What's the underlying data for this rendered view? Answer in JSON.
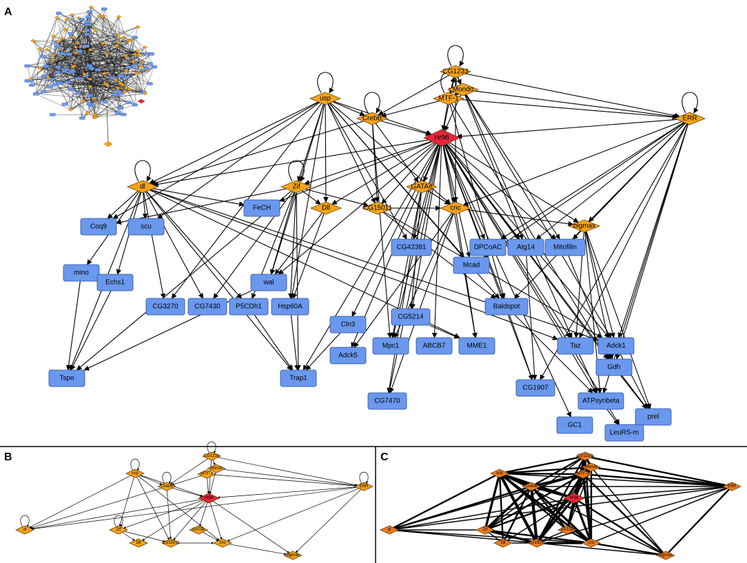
{
  "panels": {
    "A": "A",
    "B": "B",
    "C": "C"
  },
  "colors": {
    "tf": "#F5A31A",
    "hub": "#E8243C",
    "gene": "#6A98EE",
    "edge_green": "#22A12B",
    "tf_c": "#EE7B1E"
  },
  "panel_a": {
    "tf_nodes": [
      {
        "id": "usp",
        "label": "usp"
      },
      {
        "id": "CG1233",
        "label": "CG1233"
      },
      {
        "id": "Mondo",
        "label": "Mondo"
      },
      {
        "id": "MTF-1",
        "label": "MTF-1"
      },
      {
        "id": "CrebB",
        "label": "CrebB"
      },
      {
        "id": "Hr96",
        "label": "Hr96",
        "hub": true
      },
      {
        "id": "ERR",
        "label": "ERR"
      },
      {
        "id": "dl",
        "label": "dl"
      },
      {
        "id": "Zif",
        "label": "Zif"
      },
      {
        "id": "GATAe",
        "label": "GATAe"
      },
      {
        "id": "Dll",
        "label": "Dll"
      },
      {
        "id": "CG15011",
        "label": "CG15011"
      },
      {
        "id": "cnc",
        "label": "cnc"
      },
      {
        "id": "bigmax",
        "label": "bigmax"
      }
    ],
    "gene_nodes": [
      {
        "id": "FeCH",
        "label": "FeCH"
      },
      {
        "id": "Coq9",
        "label": "Coq9"
      },
      {
        "id": "scu",
        "label": "scu"
      },
      {
        "id": "mino",
        "label": "mino"
      },
      {
        "id": "Echs1",
        "label": "Echs1"
      },
      {
        "id": "wal",
        "label": "wal"
      },
      {
        "id": "CG3270",
        "label": "CG3270"
      },
      {
        "id": "CG7430",
        "label": "CG7430"
      },
      {
        "id": "P5CDh1",
        "label": "P5CDh1"
      },
      {
        "id": "Hsp60A",
        "label": "Hsp60A"
      },
      {
        "id": "CG42381",
        "label": "CG42381"
      },
      {
        "id": "DPCoAC",
        "label": "DPCoAC"
      },
      {
        "id": "Atg14",
        "label": "Atg14"
      },
      {
        "id": "Mitofilin",
        "label": "Mitofilin"
      },
      {
        "id": "Mcad",
        "label": "Mcad"
      },
      {
        "id": "Baldspot",
        "label": "Baldspot"
      },
      {
        "id": "Cln3",
        "label": "Cln3"
      },
      {
        "id": "CG5214",
        "label": "CG5214"
      },
      {
        "id": "Mpc1",
        "label": "Mpc1"
      },
      {
        "id": "ABCB7",
        "label": "ABCB7"
      },
      {
        "id": "MME1",
        "label": "MME1"
      },
      {
        "id": "Adck5",
        "label": "Adck5"
      },
      {
        "id": "Taz",
        "label": "Taz"
      },
      {
        "id": "Adck1",
        "label": "Adck1"
      },
      {
        "id": "Gdh",
        "label": "Gdh"
      },
      {
        "id": "Tspo",
        "label": "Tspo"
      },
      {
        "id": "Trap1",
        "label": "Trap1"
      },
      {
        "id": "CG7470",
        "label": "CG7470"
      },
      {
        "id": "CG1907",
        "label": "CG1907"
      },
      {
        "id": "ATPsynbeta",
        "label": "ATPsynbeta"
      },
      {
        "id": "GC1",
        "label": "GC1"
      },
      {
        "id": "prel",
        "label": "prel"
      },
      {
        "id": "LeuRS-m",
        "label": "LeuRS-m"
      }
    ]
  },
  "panel_b": {
    "tf_nodes": [
      {
        "id": "usp",
        "label": "usp"
      },
      {
        "id": "CG1233",
        "label": "CG1233"
      },
      {
        "id": "Mondo",
        "label": "Mondo"
      },
      {
        "id": "MTF-1",
        "label": "MTF-1"
      },
      {
        "id": "CrebB",
        "label": "CrebB"
      },
      {
        "id": "Hr96",
        "label": "Hr96",
        "hub": true
      },
      {
        "id": "ERR",
        "label": "ERR"
      },
      {
        "id": "dl",
        "label": "dl"
      },
      {
        "id": "Zif",
        "label": "Zif"
      },
      {
        "id": "GATAe",
        "label": "GATAe"
      },
      {
        "id": "Dll",
        "label": "Dll"
      },
      {
        "id": "CG15011",
        "label": "CG15011"
      },
      {
        "id": "cnc",
        "label": "cnc"
      },
      {
        "id": "bigmax",
        "label": "bigmax"
      }
    ]
  },
  "panel_c": {
    "tf_nodes": [
      {
        "id": "usp",
        "label": "usp"
      },
      {
        "id": "CG1233",
        "label": "CG1233"
      },
      {
        "id": "Mondo",
        "label": "Mondo"
      },
      {
        "id": "MTF-1",
        "label": "MTF-1"
      },
      {
        "id": "CrebB",
        "label": "CrebB"
      },
      {
        "id": "Hr96",
        "label": "Hr96",
        "hub": true
      },
      {
        "id": "ERR",
        "label": "ERR"
      },
      {
        "id": "dl",
        "label": "dl"
      },
      {
        "id": "Zif",
        "label": "Zif"
      },
      {
        "id": "GATAe",
        "label": "GATAe"
      },
      {
        "id": "Dll",
        "label": "Dll"
      },
      {
        "id": "CG15011",
        "label": "CG15011"
      },
      {
        "id": "cnc",
        "label": "cnc"
      },
      {
        "id": "bigmax",
        "label": "bigmax"
      }
    ]
  },
  "edges_a": [
    [
      "usp",
      "usp"
    ],
    [
      "CG1233",
      "CG1233"
    ],
    [
      "ERR",
      "ERR"
    ],
    [
      "dl",
      "dl"
    ],
    [
      "Zif",
      "Zif"
    ],
    [
      "CrebB",
      "CrebB"
    ],
    [
      "MTF-1",
      "MTF-1"
    ],
    [
      "usp",
      "CrebB"
    ],
    [
      "usp",
      "Hr96"
    ],
    [
      "usp",
      "dl"
    ],
    [
      "usp",
      "Zif"
    ],
    [
      "usp",
      "Dll"
    ],
    [
      "usp",
      "CG15011"
    ],
    [
      "usp",
      "cnc"
    ],
    [
      "usp",
      "Coq9"
    ],
    [
      "usp",
      "scu"
    ],
    [
      "usp",
      "wal"
    ],
    [
      "usp",
      "Hsp60A"
    ],
    [
      "usp",
      "CG42381"
    ],
    [
      "usp",
      "Mcad"
    ],
    [
      "usp",
      "Baldspot"
    ],
    [
      "usp",
      "CG3270"
    ],
    [
      "CG1233",
      "Hr96"
    ],
    [
      "CG1233",
      "ERR"
    ],
    [
      "CG1233",
      "CrebB"
    ],
    [
      "CG1233",
      "Mondo"
    ],
    [
      "CG1233",
      "cnc"
    ],
    [
      "CG1233",
      "Atg14"
    ],
    [
      "CG1233",
      "Taz"
    ],
    [
      "CG1233",
      "MTF-1"
    ],
    [
      "Mondo",
      "ERR"
    ],
    [
      "Mondo",
      "Hr96"
    ],
    [
      "Mondo",
      "Mitofilin"
    ],
    [
      "Mondo",
      "Adck1"
    ],
    [
      "Mondo",
      "MTF-1"
    ],
    [
      "MTF-1",
      "CrebB"
    ],
    [
      "MTF-1",
      "Hr96"
    ],
    [
      "MTF-1",
      "ERR"
    ],
    [
      "MTF-1",
      "Baldspot"
    ],
    [
      "MTF-1",
      "Gdh"
    ],
    [
      "MTF-1",
      "CG1233"
    ],
    [
      "CrebB",
      "Hr96"
    ],
    [
      "CrebB",
      "dl"
    ],
    [
      "CrebB",
      "CG15011"
    ],
    [
      "CrebB",
      "GATAe"
    ],
    [
      "CrebB",
      "Mpc1"
    ],
    [
      "ERR",
      "Hr96"
    ],
    [
      "ERR",
      "bigmax"
    ],
    [
      "ERR",
      "DPCoAC"
    ],
    [
      "ERR",
      "Atg14"
    ],
    [
      "ERR",
      "Mitofilin"
    ],
    [
      "ERR",
      "Adck1"
    ],
    [
      "ERR",
      "Taz"
    ],
    [
      "ERR",
      "Baldspot"
    ],
    [
      "ERR",
      "Mcad"
    ],
    [
      "ERR",
      "CG1907"
    ],
    [
      "ERR",
      "Gdh"
    ],
    [
      "ERR",
      "ATPsynbeta"
    ],
    [
      "ERR",
      "cnc"
    ],
    [
      "Hr96",
      "dl"
    ],
    [
      "Hr96",
      "Zif"
    ],
    [
      "Hr96",
      "Dll"
    ],
    [
      "Hr96",
      "GATAe"
    ],
    [
      "Hr96",
      "CG15011"
    ],
    [
      "Hr96",
      "cnc"
    ],
    [
      "Hr96",
      "bigmax"
    ],
    [
      "Hr96",
      "FeCH"
    ],
    [
      "Hr96",
      "CG42381"
    ],
    [
      "Hr96",
      "DPCoAC"
    ],
    [
      "Hr96",
      "Atg14"
    ],
    [
      "Hr96",
      "Mitofilin"
    ],
    [
      "Hr96",
      "Mcad"
    ],
    [
      "Hr96",
      "Baldspot"
    ],
    [
      "Hr96",
      "Cln3"
    ],
    [
      "Hr96",
      "CG5214"
    ],
    [
      "Hr96",
      "Mpc1"
    ],
    [
      "Hr96",
      "ABCB7"
    ],
    [
      "Hr96",
      "MME1"
    ],
    [
      "Hr96",
      "Adck5"
    ],
    [
      "Hr96",
      "Taz"
    ],
    [
      "Hr96",
      "Adck1"
    ],
    [
      "Hr96",
      "Gdh"
    ],
    [
      "Hr96",
      "CG7470"
    ],
    [
      "Hr96",
      "ATPsynbeta"
    ],
    [
      "Hr96",
      "prel"
    ],
    [
      "Hr96",
      "LeuRS-m"
    ],
    [
      "Hr96",
      "GC1"
    ],
    [
      "Hr96",
      "CG1907"
    ],
    [
      "Hr96",
      "wal"
    ],
    [
      "Hr96",
      "Trap1"
    ],
    [
      "dl",
      "Coq9"
    ],
    [
      "dl",
      "scu"
    ],
    [
      "dl",
      "mino"
    ],
    [
      "dl",
      "Echs1"
    ],
    [
      "dl",
      "CG3270"
    ],
    [
      "dl",
      "CG7430"
    ],
    [
      "dl",
      "P5CDh1"
    ],
    [
      "dl",
      "Tspo"
    ],
    [
      "dl",
      "FeCH"
    ],
    [
      "dl",
      "Trap1"
    ],
    [
      "dl",
      "MME1"
    ],
    [
      "dl",
      "Taz"
    ],
    [
      "dl",
      "Adck1"
    ],
    [
      "Zif",
      "Dll"
    ],
    [
      "Zif",
      "wal"
    ],
    [
      "Zif",
      "Hsp60A"
    ],
    [
      "Zif",
      "CG7430"
    ],
    [
      "Zif",
      "P5CDh1"
    ],
    [
      "Zif",
      "Tspo"
    ],
    [
      "Zif",
      "Trap1"
    ],
    [
      "Zif",
      "Coq9"
    ],
    [
      "Zif",
      "CG15011"
    ],
    [
      "GATAe",
      "cnc"
    ],
    [
      "GATAe",
      "CG5214"
    ],
    [
      "GATAe",
      "Mpc1"
    ],
    [
      "GATAe",
      "CG7470"
    ],
    [
      "CG15011",
      "cnc"
    ],
    [
      "CG15011",
      "Baldspot"
    ],
    [
      "CG15011",
      "Adck1"
    ],
    [
      "cnc",
      "bigmax"
    ],
    [
      "cnc",
      "Mpc1"
    ],
    [
      "cnc",
      "CG7470"
    ],
    [
      "cnc",
      "Adck5"
    ],
    [
      "cnc",
      "MME1"
    ],
    [
      "bigmax",
      "Taz"
    ],
    [
      "bigmax",
      "Adck1"
    ],
    [
      "bigmax",
      "Gdh"
    ],
    [
      "bigmax",
      "ATPsynbeta"
    ],
    [
      "bigmax",
      "prel"
    ],
    [
      "Dll",
      "wal"
    ],
    [
      "Dll",
      "Hsp60A"
    ],
    [
      "P5CDh1",
      "Trap1"
    ],
    [
      "Hsp60A",
      "Trap1"
    ],
    [
      "Echs1",
      "Tspo"
    ],
    [
      "mino",
      "Tspo"
    ],
    [
      "Cln3",
      "Trap1"
    ],
    [
      "wal",
      "Tspo"
    ],
    [
      "Baldspot",
      "ATPsynbeta"
    ],
    [
      "Baldspot",
      "CG1907"
    ],
    [
      "Taz",
      "ATPsynbeta"
    ],
    [
      "Gdh",
      "prel"
    ],
    [
      "Adck1",
      "prel"
    ],
    [
      "ATPsynbeta",
      "LeuRS-m"
    ],
    [
      "Mitofilin",
      "Gdh"
    ],
    [
      "Atg14",
      "CG1907"
    ],
    [
      "CG5214",
      "MME1"
    ]
  ],
  "edges_tf": [
    [
      "usp",
      "usp"
    ],
    [
      "CG1233",
      "CG1233"
    ],
    [
      "ERR",
      "ERR"
    ],
    [
      "dl",
      "dl"
    ],
    [
      "Zif",
      "Zif"
    ],
    [
      "CrebB",
      "CrebB"
    ],
    [
      "usp",
      "CrebB"
    ],
    [
      "usp",
      "Hr96"
    ],
    [
      "usp",
      "Zif"
    ],
    [
      "usp",
      "CG15011"
    ],
    [
      "usp",
      "cnc"
    ],
    [
      "usp",
      "dl"
    ],
    [
      "CG1233",
      "Hr96"
    ],
    [
      "CG1233",
      "ERR"
    ],
    [
      "CG1233",
      "Mondo"
    ],
    [
      "CG1233",
      "CrebB"
    ],
    [
      "Mondo",
      "ERR"
    ],
    [
      "Mondo",
      "Hr96"
    ],
    [
      "MTF-1",
      "CrebB"
    ],
    [
      "MTF-1",
      "Hr96"
    ],
    [
      "MTF-1",
      "ERR"
    ],
    [
      "CrebB",
      "Hr96"
    ],
    [
      "CrebB",
      "dl"
    ],
    [
      "CrebB",
      "CG15011"
    ],
    [
      "ERR",
      "Hr96"
    ],
    [
      "ERR",
      "bigmax"
    ],
    [
      "ERR",
      "cnc"
    ],
    [
      "ERR",
      "dl"
    ],
    [
      "Hr96",
      "dl"
    ],
    [
      "Hr96",
      "Zif"
    ],
    [
      "Hr96",
      "Dll"
    ],
    [
      "Hr96",
      "GATAe"
    ],
    [
      "Hr96",
      "CG15011"
    ],
    [
      "Hr96",
      "cnc"
    ],
    [
      "Hr96",
      "bigmax"
    ],
    [
      "Zif",
      "Dll"
    ],
    [
      "Zif",
      "CG15011"
    ],
    [
      "GATAe",
      "cnc"
    ],
    [
      "CG15011",
      "cnc"
    ],
    [
      "cnc",
      "bigmax"
    ]
  ],
  "edges_c": [
    [
      "usp",
      "CrebB",
      4
    ],
    [
      "usp",
      "Hr96",
      3
    ],
    [
      "usp",
      "Zif",
      3
    ],
    [
      "usp",
      "CG15011",
      4
    ],
    [
      "usp",
      "cnc",
      3
    ],
    [
      "usp",
      "dl",
      2
    ],
    [
      "usp",
      "GATAe",
      2
    ],
    [
      "usp",
      "Dll",
      2
    ],
    [
      "usp",
      "bigmax",
      1
    ],
    [
      "usp",
      "ERR",
      1
    ],
    [
      "usp",
      "MTF-1",
      2
    ],
    [
      "usp",
      "CG1233",
      2
    ],
    [
      "usp",
      "Mondo",
      2
    ],
    [
      "CG1233",
      "Hr96",
      3
    ],
    [
      "CG1233",
      "ERR",
      2
    ],
    [
      "CG1233",
      "Mondo",
      3
    ],
    [
      "CG1233",
      "CrebB",
      2
    ],
    [
      "CG1233",
      "MTF-1",
      3
    ],
    [
      "CG1233",
      "cnc",
      2
    ],
    [
      "CG1233",
      "CG15011",
      2
    ],
    [
      "CG1233",
      "GATAe",
      2
    ],
    [
      "CG1233",
      "Zif",
      1
    ],
    [
      "Mondo",
      "ERR",
      2
    ],
    [
      "Mondo",
      "Hr96",
      2
    ],
    [
      "Mondo",
      "MTF-1",
      3
    ],
    [
      "Mondo",
      "cnc",
      2
    ],
    [
      "Mondo",
      "GATAe",
      1
    ],
    [
      "Mondo",
      "CG15011",
      1
    ],
    [
      "Mondo",
      "bigmax",
      1
    ],
    [
      "MTF-1",
      "CrebB",
      3
    ],
    [
      "MTF-1",
      "Hr96",
      3
    ],
    [
      "MTF-1",
      "ERR",
      2
    ],
    [
      "MTF-1",
      "cnc",
      3
    ],
    [
      "MTF-1",
      "CG15011",
      3
    ],
    [
      "MTF-1",
      "GATAe",
      2
    ],
    [
      "MTF-1",
      "Zif",
      2
    ],
    [
      "MTF-1",
      "bigmax",
      2
    ],
    [
      "MTF-1",
      "dl",
      1
    ],
    [
      "CrebB",
      "Hr96",
      3
    ],
    [
      "CrebB",
      "dl",
      2
    ],
    [
      "CrebB",
      "CG15011",
      4
    ],
    [
      "CrebB",
      "Zif",
      3
    ],
    [
      "CrebB",
      "cnc",
      3
    ],
    [
      "CrebB",
      "GATAe",
      2
    ],
    [
      "CrebB",
      "Dll",
      2
    ],
    [
      "CrebB",
      "ERR",
      1
    ],
    [
      "ERR",
      "Hr96",
      1
    ],
    [
      "ERR",
      "bigmax",
      2
    ],
    [
      "ERR",
      "cnc",
      1
    ],
    [
      "ERR",
      "dl",
      1
    ],
    [
      "ERR",
      "CG15011",
      1
    ],
    [
      "Hr96",
      "dl",
      1
    ],
    [
      "Hr96",
      "Zif",
      2
    ],
    [
      "Hr96",
      "Dll",
      1
    ],
    [
      "Hr96",
      "GATAe",
      2
    ],
    [
      "Hr96",
      "CG15011",
      3
    ],
    [
      "Hr96",
      "cnc",
      3
    ],
    [
      "Hr96",
      "bigmax",
      2
    ],
    [
      "dl",
      "Zif",
      1
    ],
    [
      "dl",
      "CG15011",
      1
    ],
    [
      "dl",
      "cnc",
      1
    ],
    [
      "Zif",
      "Dll",
      1
    ],
    [
      "Zif",
      "CG15011",
      3
    ],
    [
      "Zif",
      "cnc",
      2
    ],
    [
      "GATAe",
      "cnc",
      2
    ],
    [
      "GATAe",
      "CG15011",
      1
    ],
    [
      "CG15011",
      "cnc",
      3
    ],
    [
      "CG15011",
      "bigmax",
      1
    ],
    [
      "cnc",
      "bigmax",
      2
    ],
    [
      "Dll",
      "CG15011",
      1
    ]
  ]
}
